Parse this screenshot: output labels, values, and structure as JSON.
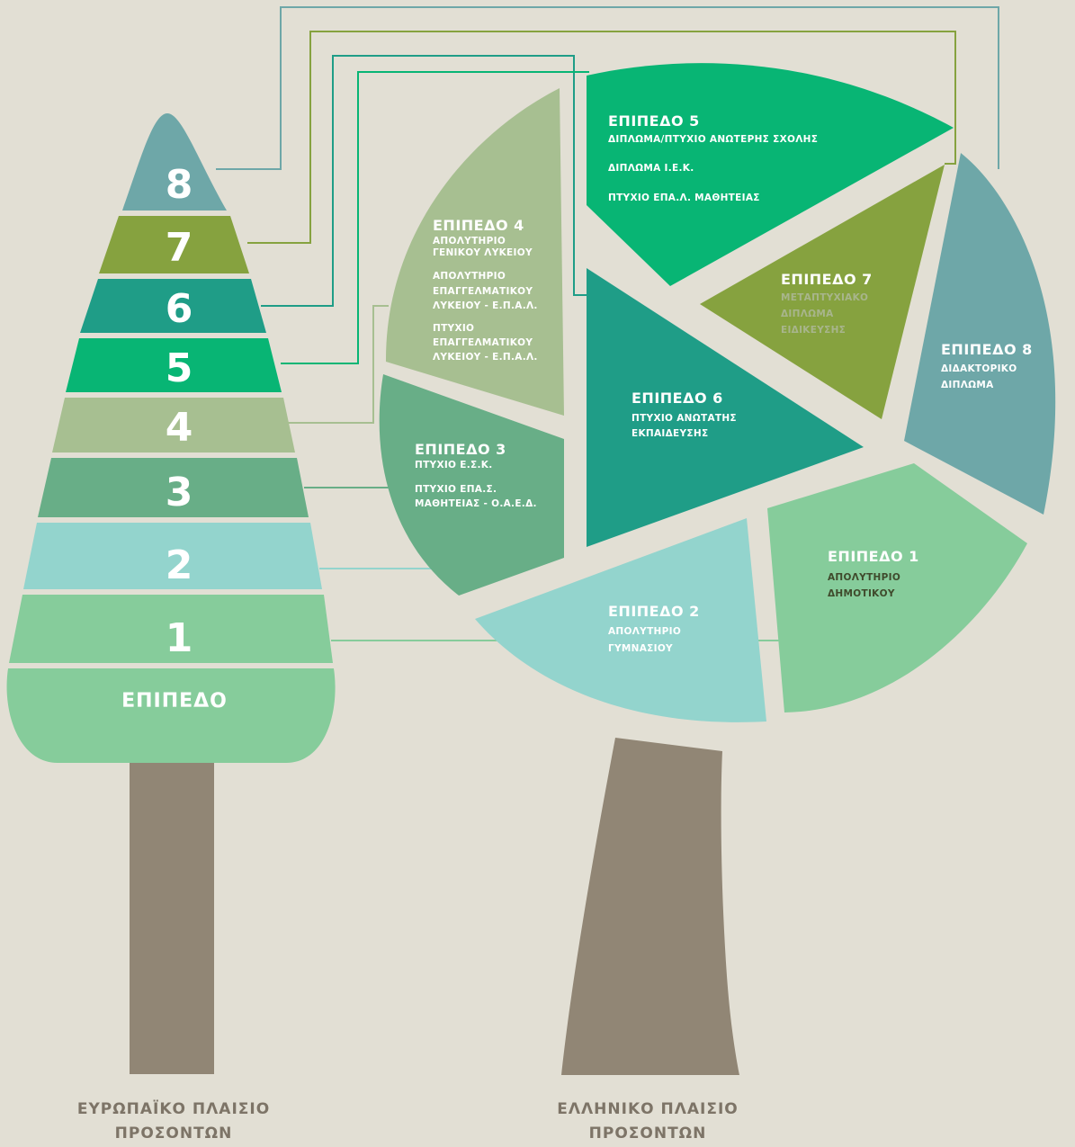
{
  "european_framework": {
    "caption_line1": "ΕΥΡΩΠΑΪΚΟ ΠΛΑΙΣΙΟ",
    "caption_line2": "ΠΡΟΣΟΝΤΩΝ",
    "base_label": "ΕΠΙΠΕΔΟ",
    "levels": [
      "8",
      "7",
      "6",
      "5",
      "4",
      "3",
      "2",
      "1"
    ]
  },
  "greek_framework": {
    "caption_line1": "ΕΛΛΗΝΙΚΟ ΠΛΑΙΣΙΟ",
    "caption_line2": "ΠΡΟΣΟΝΤΩΝ",
    "levels": {
      "l1": {
        "title": "ΕΠΙΠΕΔΟ 1",
        "lines": [
          "ΑΠΟΛΥΤΗΡΙΟ",
          "ΔΗΜΟΤΙΚΟΥ"
        ]
      },
      "l2": {
        "title": "ΕΠΙΠΕΔΟ 2",
        "lines": [
          "ΑΠΟΛΥΤΗΡΙΟ",
          "ΓΥΜΝΑΣΙΟΥ"
        ]
      },
      "l3": {
        "title": "ΕΠΙΠΕΔΟ 3",
        "lines": [
          "ΠΤΥΧΙΟ Ε.Σ.Κ.",
          "ΠΤΥΧΙΟ ΕΠΑ.Σ.",
          "ΜΑΘΗΤΕΙΑΣ - Ο.Α.Ε.Δ."
        ]
      },
      "l4": {
        "title": "ΕΠΙΠΕΔΟ 4",
        "lines": [
          "ΑΠΟΛΥΤΗΡΙΟ",
          "ΓΕΝΙΚΟΥ ΛΥΚΕΙΟΥ",
          "ΑΠΟΛΥΤΗΡΙΟ",
          "ΕΠΑΓΓΕΛΜΑΤΙΚΟΥ",
          "ΛΥΚΕΙΟΥ - Ε.Π.Α.Λ.",
          "ΠΤΥΧΙΟ",
          "ΕΠΑΓΓΕΛΜΑΤΙΚΟΥ",
          "ΛΥΚΕΙΟΥ - Ε.Π.Α.Λ."
        ]
      },
      "l5": {
        "title": "ΕΠΙΠΕΔΟ 5",
        "lines": [
          "ΔΙΠΛΩΜΑ/ΠΤΥΧΙΟ ΑΝΩΤΕΡΗΣ ΣΧΟΛΗΣ",
          "ΔΙΠΛΩΜΑ Ι.Ε.Κ.",
          "ΠΤΥΧΙΟ ΕΠΑ.Λ. ΜΑΘΗΤΕΙΑΣ"
        ]
      },
      "l6": {
        "title": "ΕΠΙΠΕΔΟ 6",
        "lines": [
          "ΠΤΥΧΙΟ ΑΝΩΤΑΤΗΣ",
          "ΕΚΠΑΙΔΕΥΣΗΣ"
        ]
      },
      "l7": {
        "title": "ΕΠΙΠΕΔΟ 7",
        "lines": [
          "ΜΕΤΑΠΤΥΧΙΑΚΟ",
          "ΔΙΠΛΩΜΑ",
          "ΕΙΔΙΚΕΥΣΗΣ"
        ]
      },
      "l8": {
        "title": "ΕΠΙΠΕΔΟ 8",
        "lines": [
          "ΔΙΔΑΚΤΟΡΙΚΟ",
          "ΔΙΠΛΩΜΑ"
        ]
      }
    }
  },
  "colors": {
    "background": "#e2dfd4",
    "trunk": "#918675",
    "level8": "#6ea7a8",
    "level7": "#86a23f",
    "level6": "#1f9d87",
    "level5": "#08b574",
    "level4": "#a7bf91",
    "level3": "#68ae87",
    "level2": "#93d4cd",
    "level1": "#86cc9b"
  }
}
